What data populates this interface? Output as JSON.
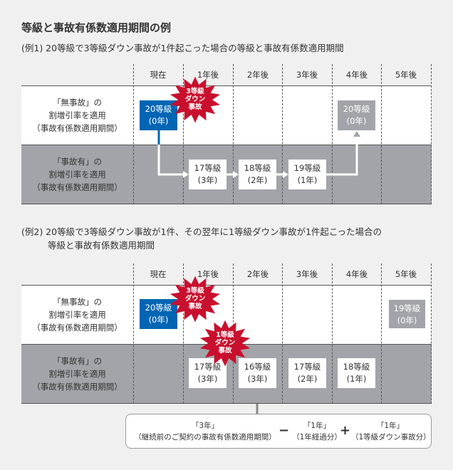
{
  "title": "等級と事故有係数適用期間の例",
  "columns": [
    "現在",
    "1年後",
    "2年後",
    "3年後",
    "4年後",
    "5年後"
  ],
  "row_labels": {
    "no_accident": [
      "「無事故」の",
      "割増引率を適用",
      "（事故有係数適用期間）"
    ],
    "accident": [
      "「事故有」の",
      "割増引率を適用",
      "（事故有係数適用期間）"
    ]
  },
  "example1": {
    "subtitle": "(例1) 20等級で3等級ダウン事故が1件起こった場合の等級と事故有係数適用期間",
    "burst": [
      "3等級",
      "ダウン",
      "事故"
    ],
    "start": {
      "grade": "20等級",
      "years": "(0年)"
    },
    "steps": [
      {
        "grade": "17等級",
        "years": "(3年)"
      },
      {
        "grade": "18等級",
        "years": "(2年)"
      },
      {
        "grade": "19等級",
        "years": "(1年)"
      }
    ],
    "end": {
      "grade": "20等級",
      "years": "(0年)"
    }
  },
  "example2": {
    "subtitle_line1": "(例2) 20等級で3等級ダウン事故が1件、その翌年に1等級ダウン事故が1件起こった場合の",
    "subtitle_line2": "等級と事故有係数適用期間",
    "burst1": [
      "3等級",
      "ダウン",
      "事故"
    ],
    "burst2": [
      "1等級",
      "ダウン",
      "事故"
    ],
    "start": {
      "grade": "20等級",
      "years": "(0年)"
    },
    "steps": [
      {
        "grade": "17等級",
        "years": "(3年)"
      },
      {
        "grade": "16等級",
        "years": "(3年)"
      },
      {
        "grade": "17等級",
        "years": "(2年)"
      },
      {
        "grade": "18等級",
        "years": "(1年)"
      }
    ],
    "end": {
      "grade": "19等級",
      "years": "(0年)"
    },
    "formula": {
      "term1": {
        "value": "「3年」",
        "note": "（継続前のご契約の事故有係数適用期間）"
      },
      "minus": "−",
      "term2": {
        "value": "「1年」",
        "note": "（1年経過分）"
      },
      "plus": "+",
      "term3": {
        "value": "「1年」",
        "note": "（1等級ダウン事故分）"
      }
    }
  },
  "colors": {
    "blue": "#0065b3",
    "red": "#c8102e",
    "gray": "#a2a4aa"
  }
}
